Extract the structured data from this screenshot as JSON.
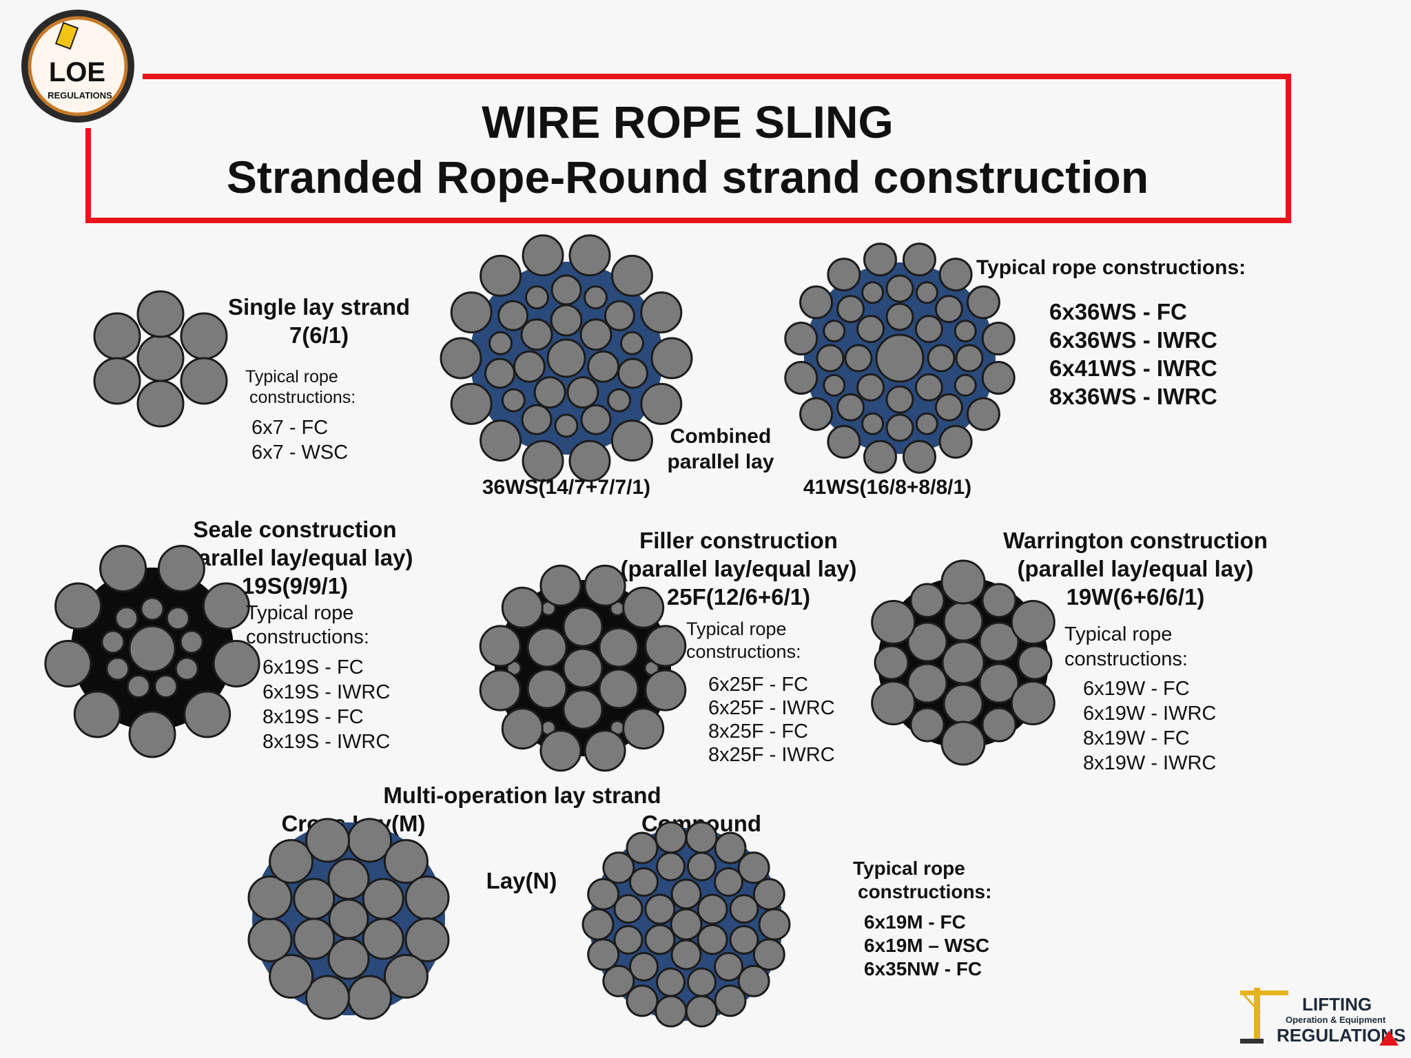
{
  "title": {
    "line1": "WIRE ROPE SLING",
    "line2": "Stranded Rope-Round strand construction"
  },
  "logo_top": {
    "text": "LOE",
    "sub": "REGULATIONS"
  },
  "logo_bottom": {
    "line1": "LIFTING",
    "line2": "Operation & Equipment",
    "line3": "REGULATIONS"
  },
  "colors": {
    "frame": "#e8141b",
    "blue_fill": "#2a4a7c",
    "wire": "#7b7b7b",
    "black_fill": "#0b0b0b"
  },
  "single_lay": {
    "heading": "Single lay strand",
    "code": "7(6/1)",
    "typical1": "Typical rope",
    "typical2": "constructions:",
    "items": [
      "6x7 - FC",
      "6x7 - WSC"
    ]
  },
  "combined": {
    "label_36": "36WS(14/7+7/7/1)",
    "label_41": "41WS(16/8+8/8/1)",
    "center1": "Combined",
    "center2": "parallel lay",
    "typical_heading": "Typical rope constructions:",
    "items": [
      "6x36WS - FC",
      "6x36WS - IWRC",
      "6x41WS - IWRC",
      "8x36WS - IWRC"
    ]
  },
  "seale": {
    "heading1": "Seale construction",
    "heading2": "(parallel lay/equal lay)",
    "code": "19S(9/9/1)",
    "typical1": "Typical rope",
    "typical2": "constructions:",
    "items": [
      "6x19S - FC",
      "6x19S - IWRC",
      "8x19S - FC",
      "8x19S - IWRC"
    ]
  },
  "filler": {
    "heading1": "Filler construction",
    "heading2": "(parallel lay/equal lay)",
    "code": "25F(12/6+6/1)",
    "typical1": "Typical rope",
    "typical2": "constructions:",
    "items": [
      "6x25F - FC",
      "6x25F - IWRC",
      "8x25F - FC",
      "8x25F - IWRC"
    ]
  },
  "warrington": {
    "heading1": "Warrington construction",
    "heading2": "(parallel lay/equal lay)",
    "code": "19W(6+6/6/1)",
    "typical1": "Typical rope",
    "typical2": "constructions:",
    "items": [
      "6x19W - FC",
      "6x19W - IWRC",
      "8x19W - FC",
      "8x19W - IWRC"
    ]
  },
  "multi": {
    "heading": "Multi-operation lay strand",
    "cross": "Cross Lay(M)",
    "compound": "Compound",
    "lay_n": "Lay(N)",
    "typical1": "Typical rope",
    "typical2": "constructions:",
    "items": [
      "6x19M - FC",
      "6x19M – WSC",
      "6x35NW - FC"
    ]
  }
}
